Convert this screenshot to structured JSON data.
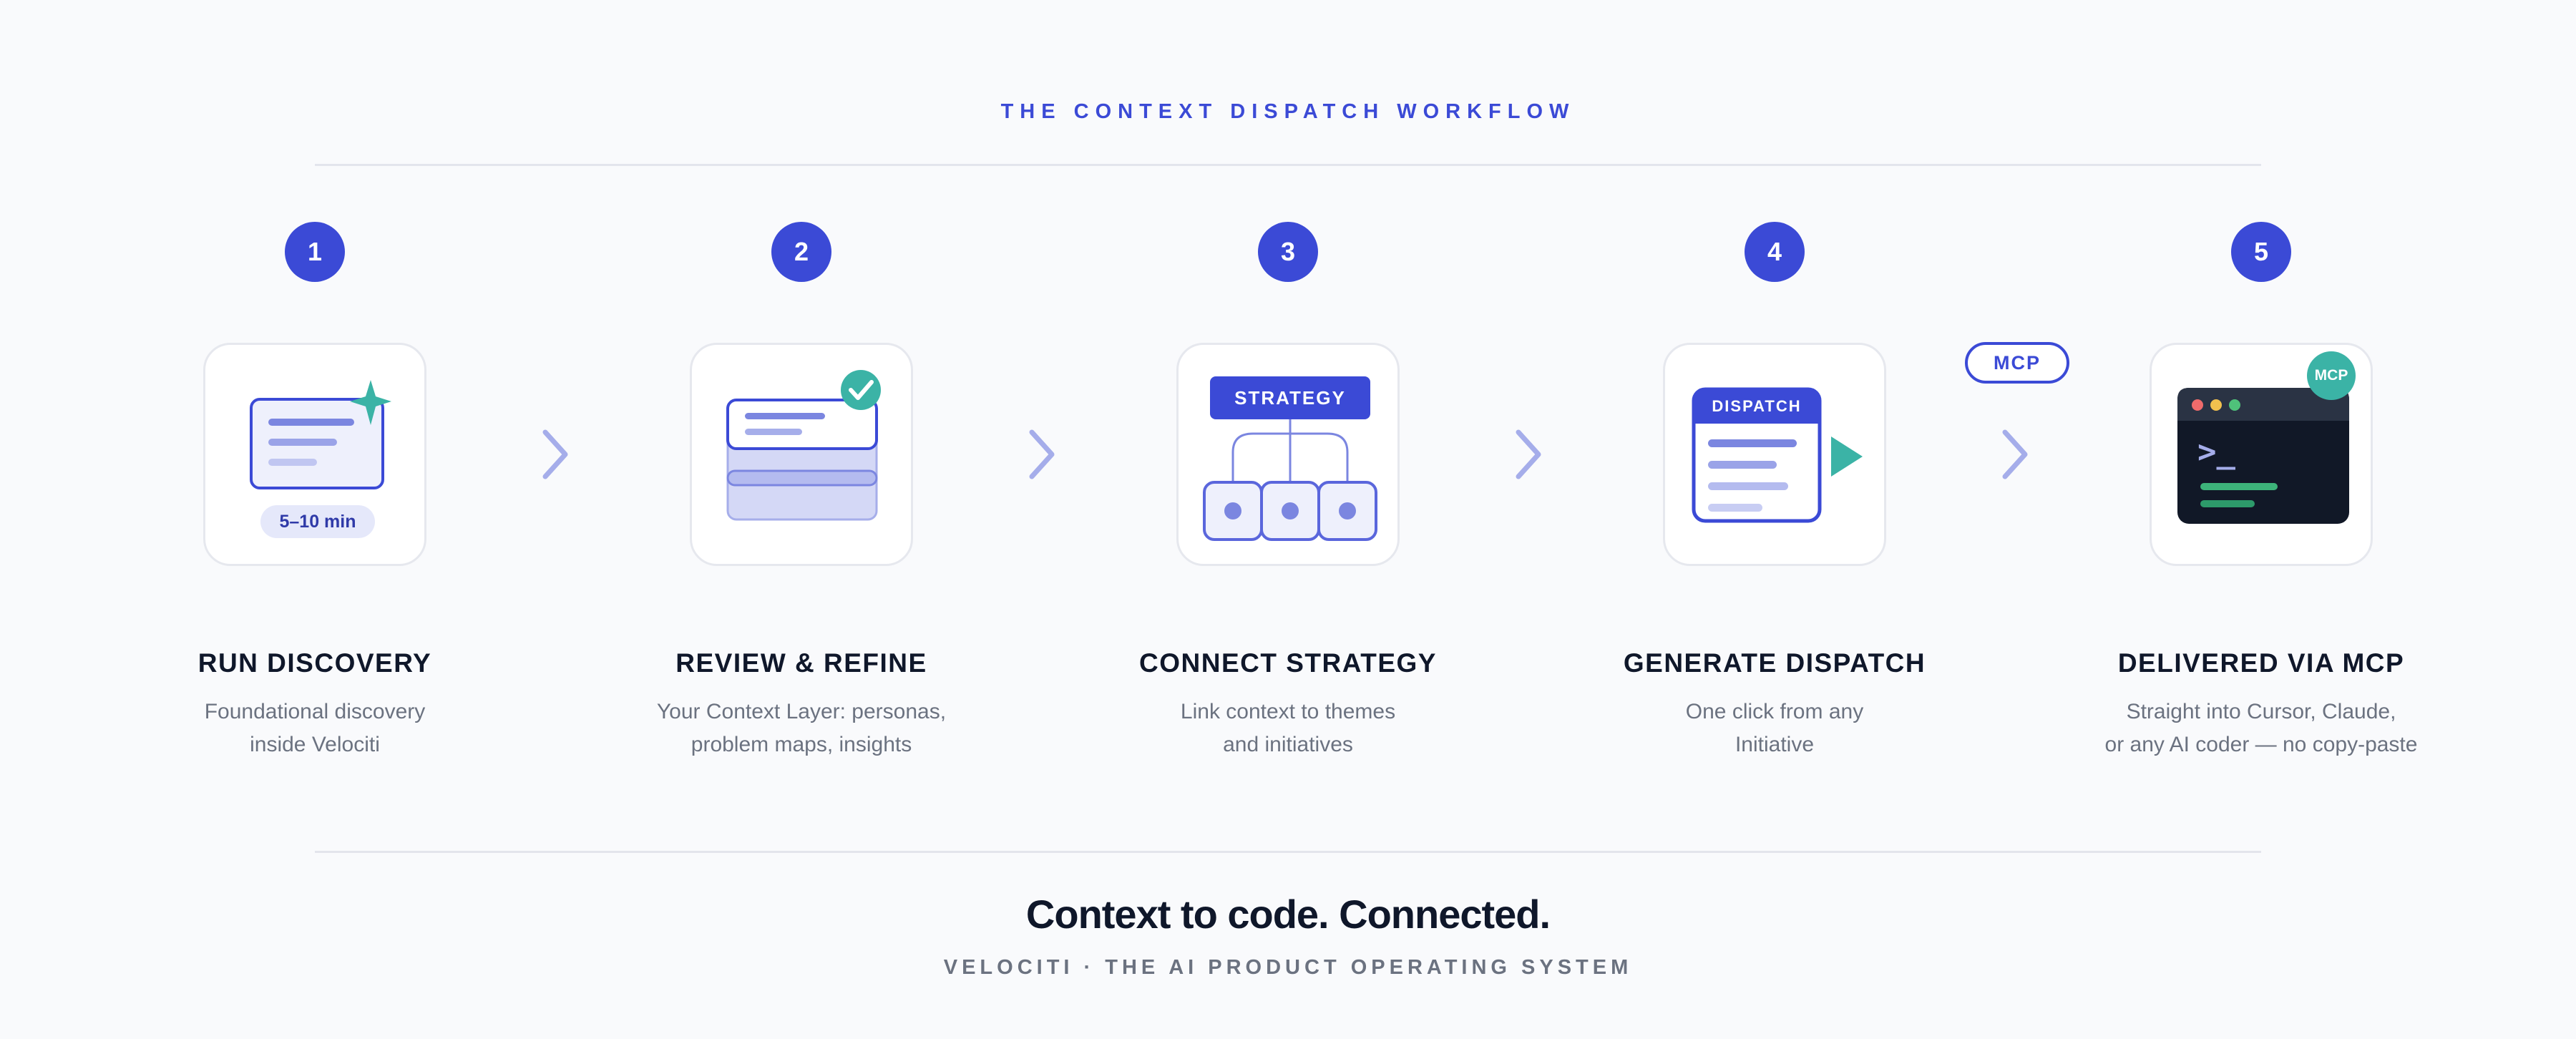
{
  "header": {
    "eyebrow": "THE CONTEXT DISPATCH WORKFLOW"
  },
  "steps": [
    {
      "number": "1",
      "icon": "discovery-card-sparkle-icon",
      "badge": "5–10 min",
      "title": "RUN DISCOVERY",
      "desc_line1": "Foundational discovery",
      "desc_line2": "inside Velociti"
    },
    {
      "number": "2",
      "icon": "layers-check-icon",
      "title": "REVIEW & REFINE",
      "desc_line1": "Your Context Layer: personas,",
      "desc_line2": "problem maps, insights"
    },
    {
      "number": "3",
      "icon": "strategy-tree-icon",
      "label": "STRATEGY",
      "title": "CONNECT STRATEGY",
      "desc_line1": "Link context to themes",
      "desc_line2": "and initiatives"
    },
    {
      "number": "4",
      "icon": "dispatch-document-play-icon",
      "label": "DISPATCH",
      "title": "GENERATE DISPATCH",
      "desc_line1": "One click from any",
      "desc_line2": "Initiative"
    },
    {
      "number": "5",
      "icon": "terminal-mcp-icon",
      "badge": "MCP",
      "prompt": ">_",
      "title": "DELIVERED VIA MCP",
      "desc_line1": "Straight into Cursor, Claude,",
      "desc_line2": "or any AI coder — no copy-paste"
    }
  ],
  "connector_pill": "MCP",
  "footer": {
    "tagline": "Context to code. Connected.",
    "subline": "VELOCITI · THE AI PRODUCT OPERATING SYSTEM"
  },
  "colors": {
    "accent": "#3b4ad6",
    "teal": "#3bb3a6",
    "chevron": "#a5adea",
    "title": "#0f172a",
    "muted": "#6b7280",
    "terminal": "#111827"
  }
}
